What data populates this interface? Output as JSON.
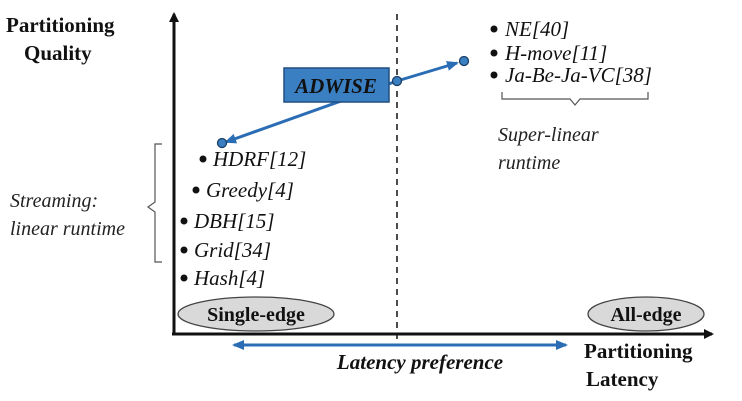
{
  "axes": {
    "y_label_line1": "Partitioning",
    "y_label_line2": "Quality",
    "x_label_line1": "Partitioning",
    "x_label_line2": "Latency"
  },
  "streaming_group": {
    "label_line1": "Streaming:",
    "label_line2": "linear runtime",
    "items": [
      "HDRF[12]",
      "Greedy[4]",
      "DBH[15]",
      "Grid[34]",
      "Hash[4]"
    ]
  },
  "superlinear_group": {
    "label_line1": "Super-linear",
    "label_line2": "runtime",
    "items": [
      "NE[40]",
      "H-move[11]",
      "Ja-Be-Ja-VC[38]"
    ]
  },
  "adwise": {
    "label": "ADWISE",
    "box_fill": "#3a7fc1",
    "arrow_color": "#2a6db5"
  },
  "pills": {
    "left": "Single-edge",
    "right": "All-edge",
    "fill": "#d9d9d9"
  },
  "latency_preference": {
    "label": "Latency preference"
  }
}
